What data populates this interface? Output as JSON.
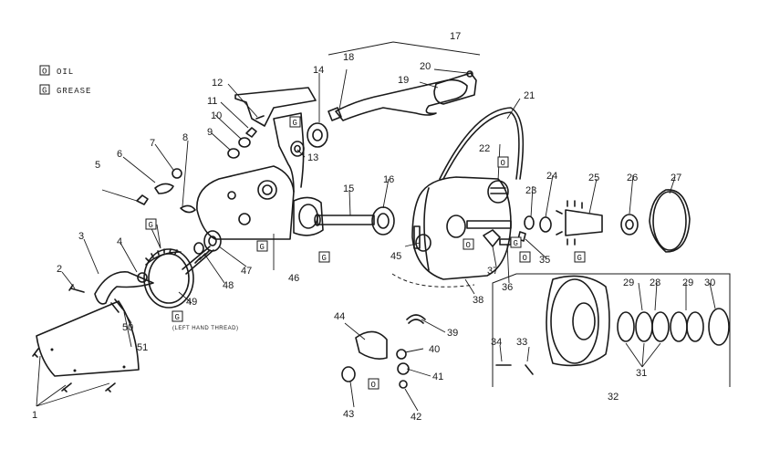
{
  "legend": {
    "oil": {
      "symbol": "O",
      "text": "OIL"
    },
    "grease": {
      "symbol": "G",
      "text": "GREASE"
    }
  },
  "note": "(LEFT HAND THREAD)",
  "part_numbers": [
    "1",
    "2",
    "3",
    "4",
    "5",
    "6",
    "7",
    "8",
    "9",
    "10",
    "11",
    "12",
    "13",
    "14",
    "15",
    "16",
    "17",
    "18",
    "19",
    "20",
    "21",
    "22",
    "23",
    "24",
    "25",
    "26",
    "27",
    "28",
    "29",
    "29",
    "30",
    "31",
    "32",
    "33",
    "34",
    "35",
    "36",
    "37",
    "38",
    "39",
    "40",
    "41",
    "42",
    "43",
    "44",
    "45",
    "46",
    "47",
    "48",
    "49",
    "50",
    "51"
  ],
  "service_tags": [
    "G",
    "G",
    "G",
    "G",
    "G",
    "G",
    "G",
    "O",
    "O",
    "O",
    "O"
  ]
}
